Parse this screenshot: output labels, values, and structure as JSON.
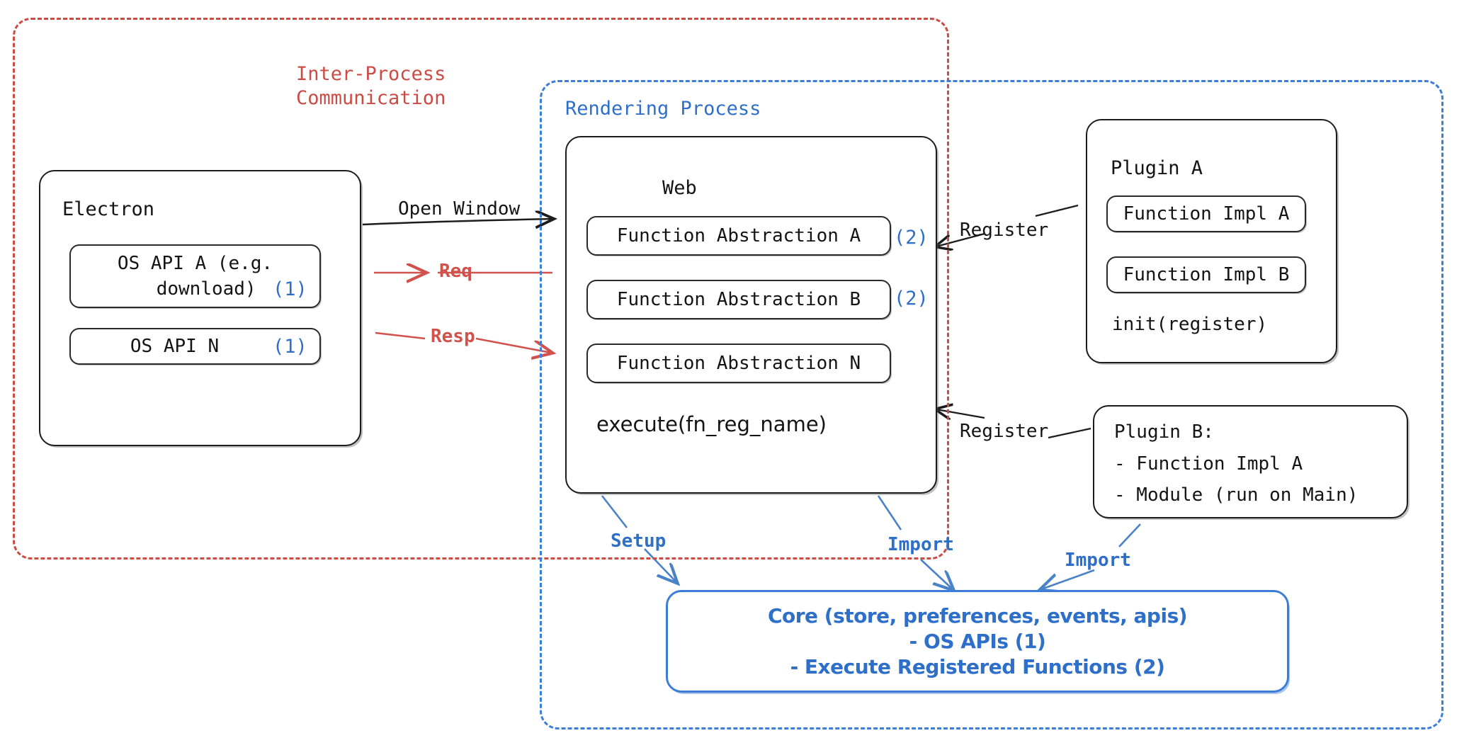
{
  "regions": {
    "ipc": {
      "label": "Inter-Process\nCommunication",
      "color": "#cb4b45"
    },
    "rendering": {
      "label": "Rendering Process",
      "color": "#2e6fc9"
    }
  },
  "electron": {
    "title": "Electron",
    "apis": [
      {
        "label": "OS API A (e.g.\n  download)",
        "marker": "(1)"
      },
      {
        "label": "OS API N",
        "marker": "(1)"
      }
    ]
  },
  "web": {
    "title": "Web",
    "abstractions": [
      {
        "label": "Function Abstraction A",
        "marker": "(2)"
      },
      {
        "label": "Function Abstraction B",
        "marker": "(2)"
      },
      {
        "label": "Function Abstraction N",
        "marker": ""
      }
    ],
    "execute": "execute(fn_reg_name)"
  },
  "plugin_a": {
    "title": "Plugin A",
    "functions": [
      "Function Impl A",
      "Function Impl B"
    ],
    "init": "init(register)"
  },
  "plugin_b": {
    "lines": [
      "Plugin B:",
      "- Function Impl A",
      "- Module (run on Main)"
    ]
  },
  "core": {
    "lines": [
      "Core (store, preferences, events, apis)",
      "- OS APIs (1)",
      "- Execute Registered Functions (2)"
    ]
  },
  "edges": {
    "open_window": "Open Window",
    "req": "Req",
    "resp": "Resp",
    "register_a": "Register",
    "register_b": "Register",
    "setup": "Setup",
    "import_web": "Import",
    "import_plugin": "Import"
  },
  "colors": {
    "red": "#cb4b45",
    "red_arrow": "#d1524c",
    "blue": "#2e6fc9",
    "blue_arrow": "#4a82c8",
    "ink": "#141414"
  }
}
